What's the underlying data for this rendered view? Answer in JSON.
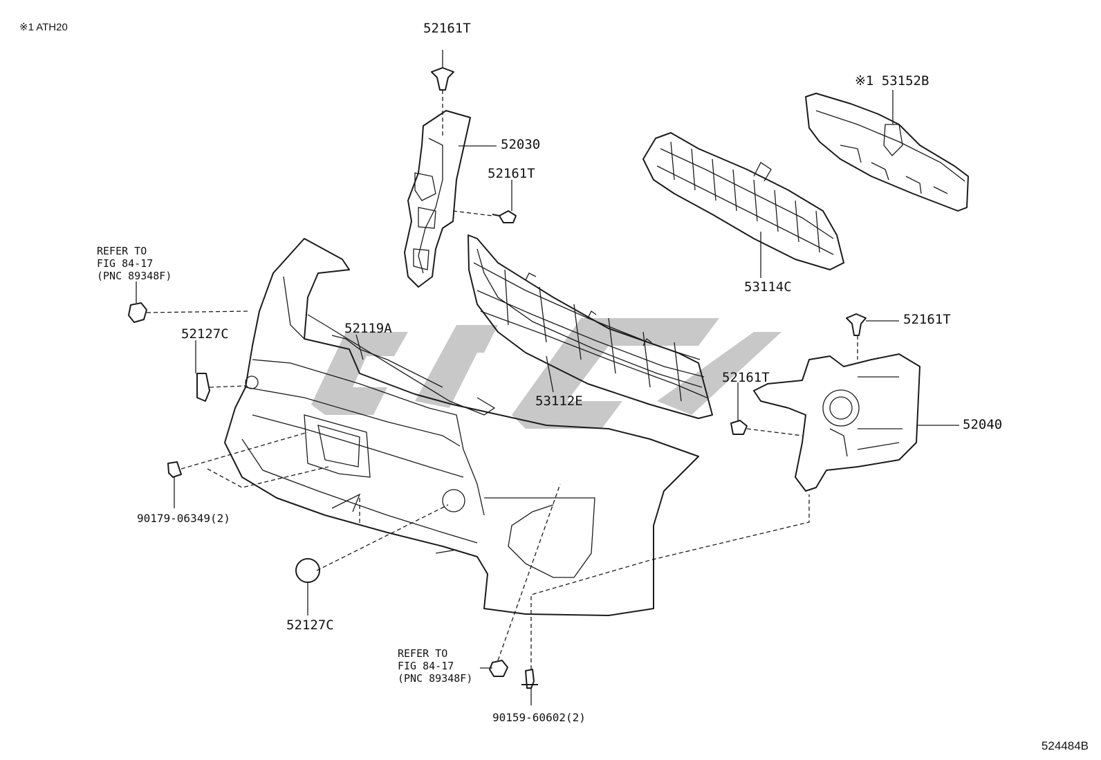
{
  "note": {
    "text": "※1 ATH20"
  },
  "diagram_id": "524484B",
  "labels": {
    "clip_top": "52161T",
    "bracket_left": "52030",
    "clip_mid": "52161T",
    "grille_support": "※1 53152B",
    "retainer_center": "53114C",
    "refer_upper": "REFER TO\nFIG 84-17\n(PNC 89348F)",
    "cap_left": "52127C",
    "bumper_cover": "52119A",
    "lower_grille": "53112E",
    "clip_right_top": "52161T",
    "clip_right_mid": "52161T",
    "bracket_right": "52040",
    "nut": "90179-06349(2)",
    "cap_lower": "52127C",
    "refer_lower": "REFER TO\nFIG 84-17\n(PNC 89348F)",
    "screw": "90159-60602(2)"
  }
}
